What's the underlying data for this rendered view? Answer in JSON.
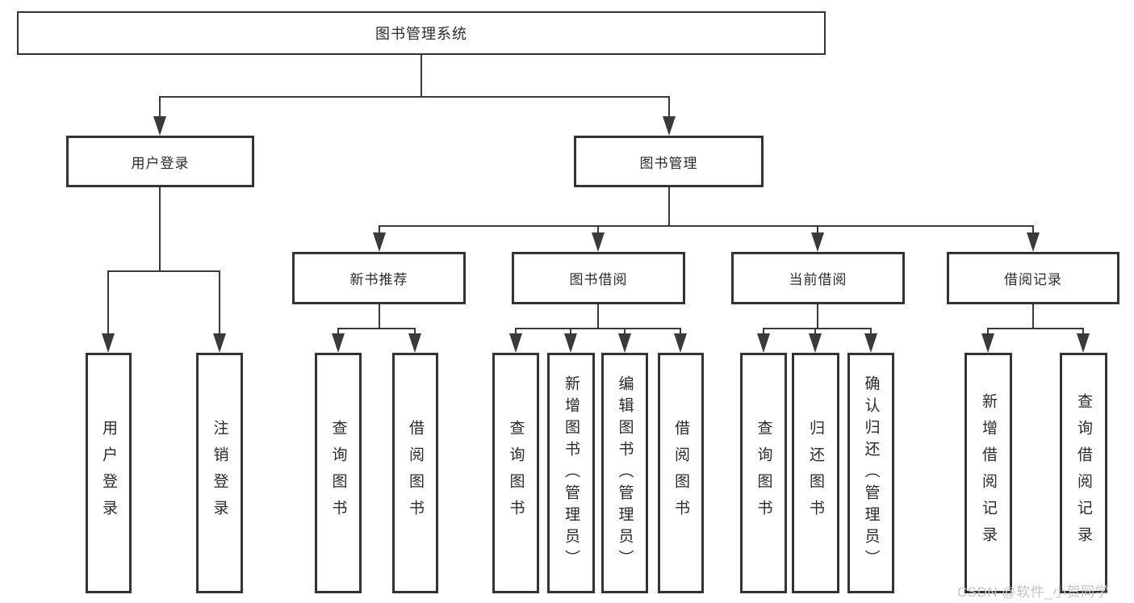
{
  "nodes": {
    "root": {
      "label": "图书管理系统"
    },
    "user_login": {
      "label": "用户登录"
    },
    "book_mgmt": {
      "label": "图书管理"
    },
    "new_book_rec": {
      "label": "新书推荐"
    },
    "book_borrow": {
      "label": "图书借阅"
    },
    "current_borrow": {
      "label": "当前借阅"
    },
    "borrow_records": {
      "label": "借阅记录"
    },
    "leaf_user_login": {
      "label": "用户登录"
    },
    "leaf_logout": {
      "label": "注销登录"
    },
    "leaf_query_books_1": {
      "label": "查询图书"
    },
    "leaf_borrow_books_1": {
      "label": "借阅图书"
    },
    "leaf_query_books_2": {
      "label": "查询图书"
    },
    "leaf_add_books": {
      "label": "新增图书（管理员）"
    },
    "leaf_edit_books": {
      "label": "编辑图书（管理员）"
    },
    "leaf_borrow_books_2": {
      "label": "借阅图书"
    },
    "leaf_query_books_3": {
      "label": "查询图书"
    },
    "leaf_return_books": {
      "label": "归还图书"
    },
    "leaf_confirm_return": {
      "label": "确认归还（管理员）"
    },
    "leaf_add_borrow_record": {
      "label": "新增借阅记录"
    },
    "leaf_query_borrow_record": {
      "label": "查询借阅记录"
    }
  },
  "watermark": "CSDN @软件_小贺同学",
  "colors": {
    "line": "#3a3a3a",
    "box_border": "#333333",
    "text": "#2b2b2b",
    "watermark": "#c5c5c5",
    "background": "#ffffff"
  }
}
